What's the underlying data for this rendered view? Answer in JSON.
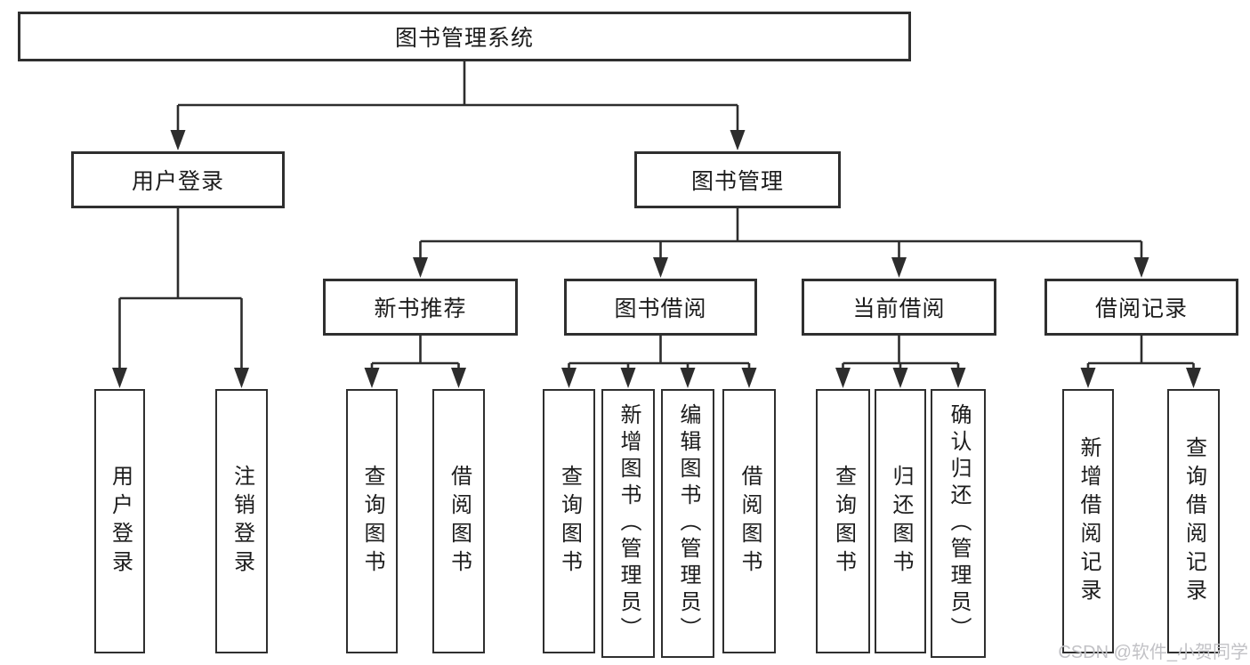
{
  "diagram_title": "图书管理系统",
  "tree": {
    "root": "图书管理系统",
    "children": [
      {
        "label": "用户登录",
        "children": [
          "用户登录",
          "注销登录"
        ]
      },
      {
        "label": "图书管理",
        "children": [
          {
            "label": "新书推荐",
            "children": [
              "查询图书",
              "借阅图书"
            ]
          },
          {
            "label": "图书借阅",
            "children": [
              "查询图书",
              "新增图书（管理员）",
              "编辑图书（管理员）",
              "借阅图书"
            ]
          },
          {
            "label": "当前借阅",
            "children": [
              "查询图书",
              "归还图书",
              "确认归还（管理员）"
            ]
          },
          {
            "label": "借阅记录",
            "children": [
              "新增借阅记录",
              "查询借阅记录"
            ]
          }
        ]
      }
    ]
  },
  "watermark": {
    "text": "CSDN @软件_小贺同学"
  },
  "colors": {
    "line": "#2d2d2d",
    "box_border": "#2f2f2f",
    "box_fill": "#ffffff",
    "text": "#1c1c1c",
    "watermark": "#c2c2c6",
    "background": "#ffffff"
  }
}
